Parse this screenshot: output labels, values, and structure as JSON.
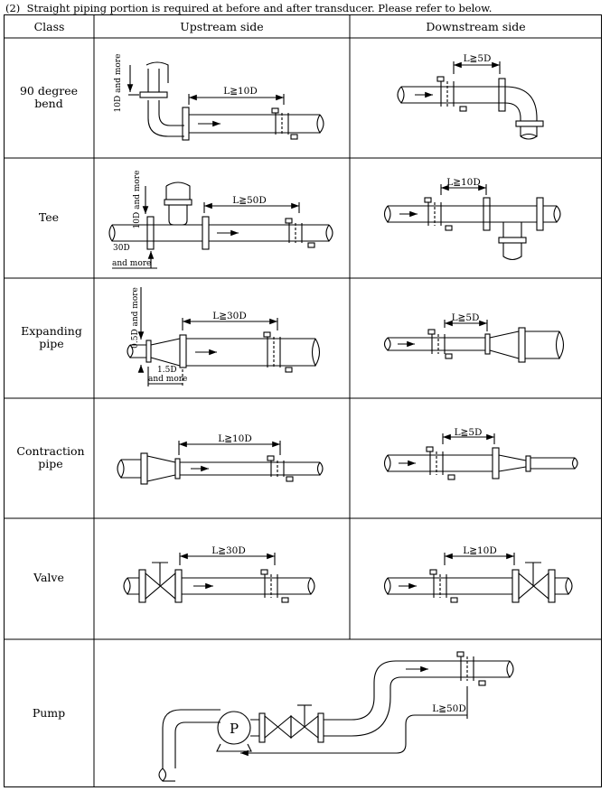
{
  "caption": "(2)  Straight piping portion is required at before and after transducer. Please refer to below.",
  "headers": {
    "class": "Class",
    "upstream": "Upstream side",
    "downstream": "Downstream side"
  },
  "rows": [
    {
      "label": "90 degree bend",
      "upstream": {
        "length": "L≧10D",
        "note": "10D and more"
      },
      "downstream": {
        "length": "L≧5D"
      }
    },
    {
      "label": "Tee",
      "upstream": {
        "length": "L≧50D",
        "note": "10D and more",
        "note2a": "30D",
        "note2b": "and more"
      },
      "downstream": {
        "length": "L≧10D"
      }
    },
    {
      "label": "Expanding pipe",
      "upstream": {
        "length": "L≧30D",
        "note": "0.5D and more",
        "note2a": "1.5D",
        "note2b": "and more"
      },
      "downstream": {
        "length": "L≧5D"
      }
    },
    {
      "label": "Contraction pipe",
      "upstream": {
        "length": "L≧10D"
      },
      "downstream": {
        "length": "L≧5D"
      }
    },
    {
      "label": "Valve",
      "upstream": {
        "length": "L≧30D"
      },
      "downstream": {
        "length": "L≧10D"
      }
    },
    {
      "label": "Pump",
      "full": {
        "length": "L≧50D",
        "pump_symbol": "P"
      }
    }
  ]
}
